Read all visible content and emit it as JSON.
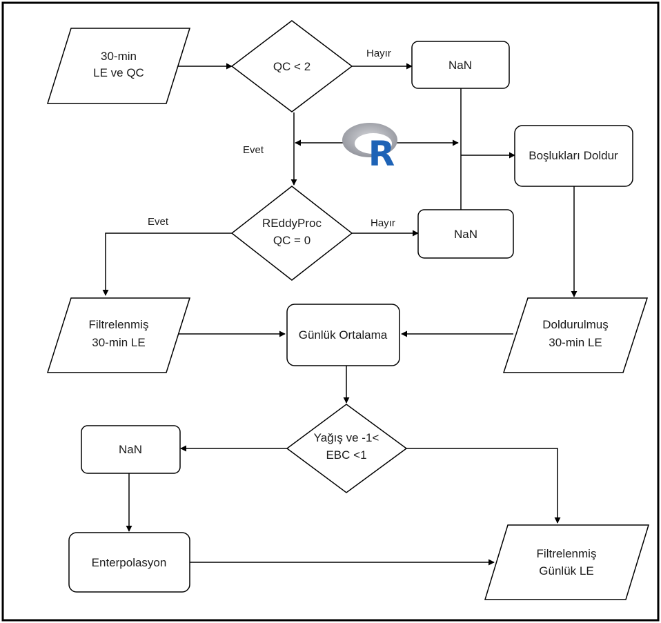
{
  "diagram": {
    "nodes": {
      "input_30min": {
        "line1": "30-min",
        "line2": "LE ve QC"
      },
      "qc_decision": {
        "label": "QC < 2"
      },
      "nan_top": {
        "label": "NaN"
      },
      "fill_gaps": {
        "label": "Boşlukları Doldur"
      },
      "reddyproc_decision": {
        "line1": "REddyProc",
        "line2": "QC = 0"
      },
      "nan_middle": {
        "label": "NaN"
      },
      "filtered_30min": {
        "line1": "Filtrelenmiş",
        "line2": "30-min LE"
      },
      "daily_mean": {
        "label": "Günlük Ortalama"
      },
      "filled_30min": {
        "line1": "Doldurulmuş",
        "line2": "30-min LE"
      },
      "rain_ebc_decision": {
        "line1": "Yağış ve -1<",
        "line2": "EBC <1"
      },
      "nan_bottom": {
        "label": "NaN"
      },
      "interpolation": {
        "label": "Enterpolasyon"
      },
      "filtered_daily": {
        "line1": "Filtrelenmiş",
        "line2": "Günlük LE"
      }
    },
    "edge_labels": {
      "qc_no": "Hayır",
      "qc_yes": "Evet",
      "reddyproc_no": "Hayır",
      "reddyproc_yes": "Evet"
    },
    "logo": {
      "letter": "R",
      "name": "r-logo-icon",
      "ring_color": "#9a9ca4",
      "letter_color": "#1e63b6"
    },
    "colors": {
      "stroke": "#000000",
      "border": "#000000"
    }
  }
}
